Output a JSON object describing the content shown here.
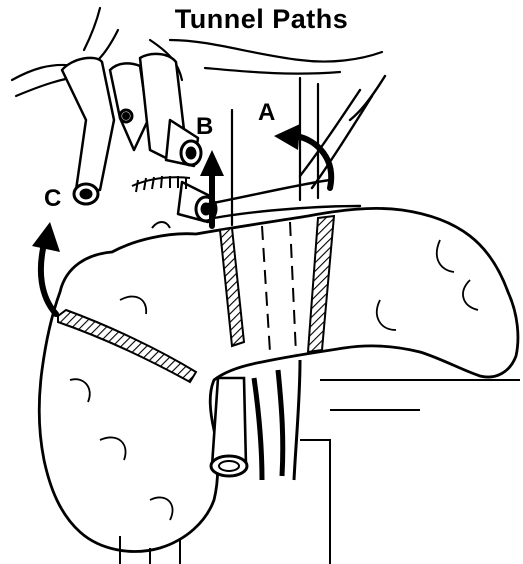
{
  "figure": {
    "title": "Tunnel Paths",
    "labels": {
      "a": "A",
      "b": "B",
      "c": "C"
    },
    "colors": {
      "ink": "#000000",
      "paper": "#ffffff"
    }
  }
}
